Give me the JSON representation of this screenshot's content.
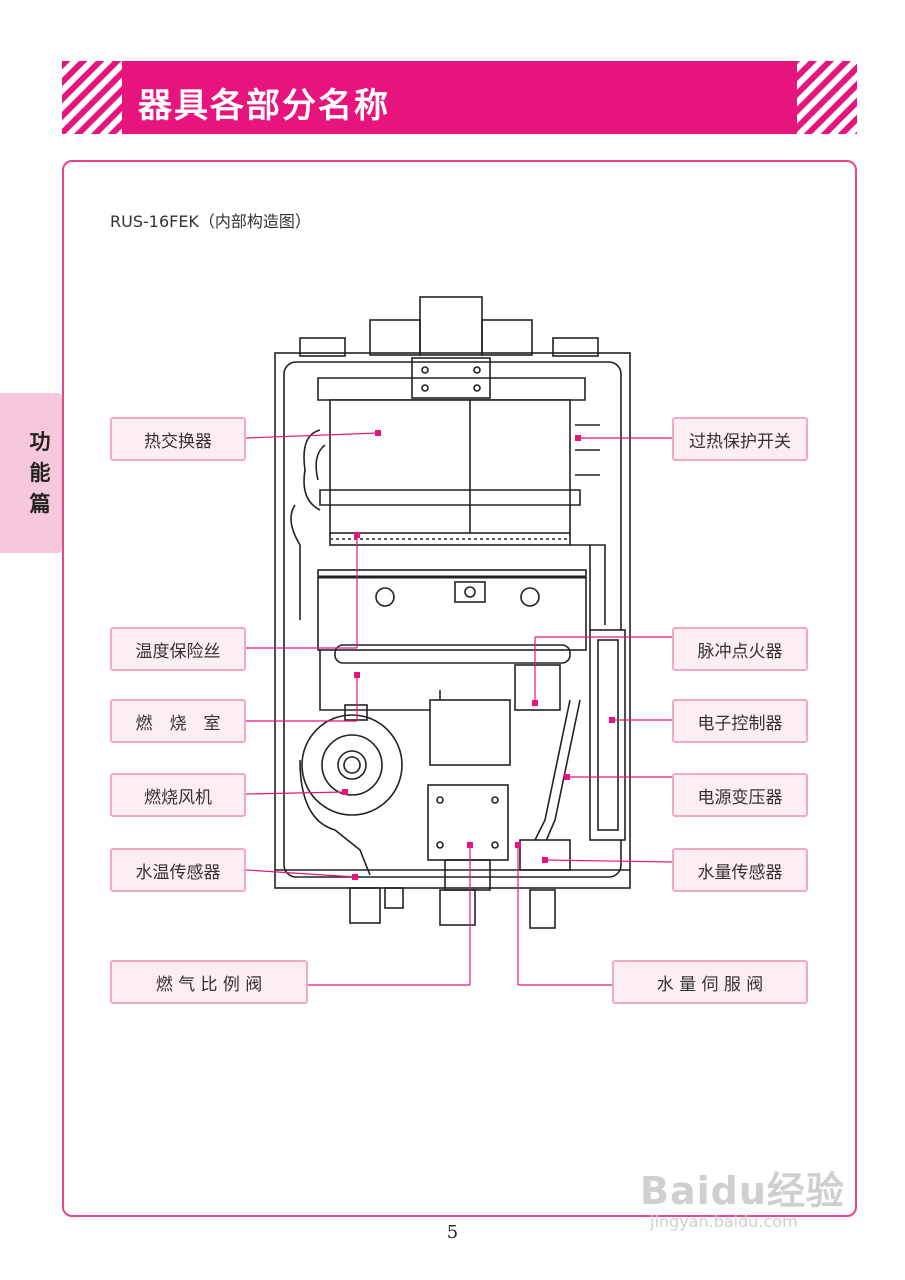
{
  "header": {
    "title": "器具各部分名称"
  },
  "side_tab": {
    "text": "功能篇"
  },
  "model_caption": "RUS-16FEK（内部构造图）",
  "labels": {
    "heat_exchanger": "热交换器",
    "temp_fuse": "温度保险丝",
    "combustion_chamber": "燃　烧　室",
    "fan": "燃烧风机",
    "water_temp_sensor": "水温传感器",
    "gas_ratio_valve": "燃 气 比 例 阀",
    "overheat_switch": "过热保护开关",
    "igniter": "脉冲点火器",
    "controller": "电子控制器",
    "transformer": "电源变压器",
    "water_flow_sensor": "水量传感器",
    "water_servo_valve": "水 量 伺 服 阀"
  },
  "page_number": "5",
  "watermark": {
    "brand": "Baidu经验",
    "url": "jingyan.baidu.com"
  },
  "colors": {
    "accent": "#e8147e",
    "frame": "#e8458f",
    "label_fill": "#fdeef4",
    "label_border": "#f2a8c8"
  }
}
